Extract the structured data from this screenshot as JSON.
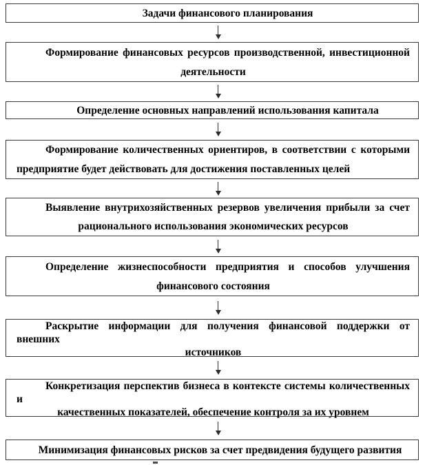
{
  "diagram": {
    "type": "flowchart",
    "language": "ru",
    "topic": "Задачи финансового планирования"
  },
  "boxes": [
    {
      "lines": [
        "Задачи финансового планирования"
      ]
    },
    {
      "lines": [
        "Формирование финансовых ресурсов производственной, инвестиционной",
        "деятельности"
      ]
    },
    {
      "lines": [
        "Определение основных направлений использования капитала"
      ]
    },
    {
      "lines": [
        "Формирование количественных ориентиров, в соответствии с которыми",
        "предприятие будет действовать для достижения поставленных целей"
      ]
    },
    {
      "lines": [
        "Выявление внутрихозяйственных резервов увеличения прибыли за счет",
        "рационального использования экономических ресурсов"
      ]
    },
    {
      "lines": [
        "Определение жизнеспособности предприятия и способов улучшения",
        "финансового состояния"
      ]
    },
    {
      "lines": [
        "Раскрытие информации для получения финансовой поддержки от внешних",
        "источников"
      ]
    },
    {
      "lines": [
        "Конкретизация перспектив бизнеса в контексте системы количественных и",
        "качественных показателей, обеспечение контроля за их уровнем"
      ]
    },
    {
      "lines": [
        "Минимизация финансовых рисков за счет предвидения будущего развития"
      ]
    }
  ],
  "colors": {
    "background": "#ffffff",
    "box_border": "#3a3a3a",
    "text": "#000000",
    "arrow": "#2b2b2b"
  },
  "arrows": {
    "count": 8,
    "direction": "down"
  }
}
